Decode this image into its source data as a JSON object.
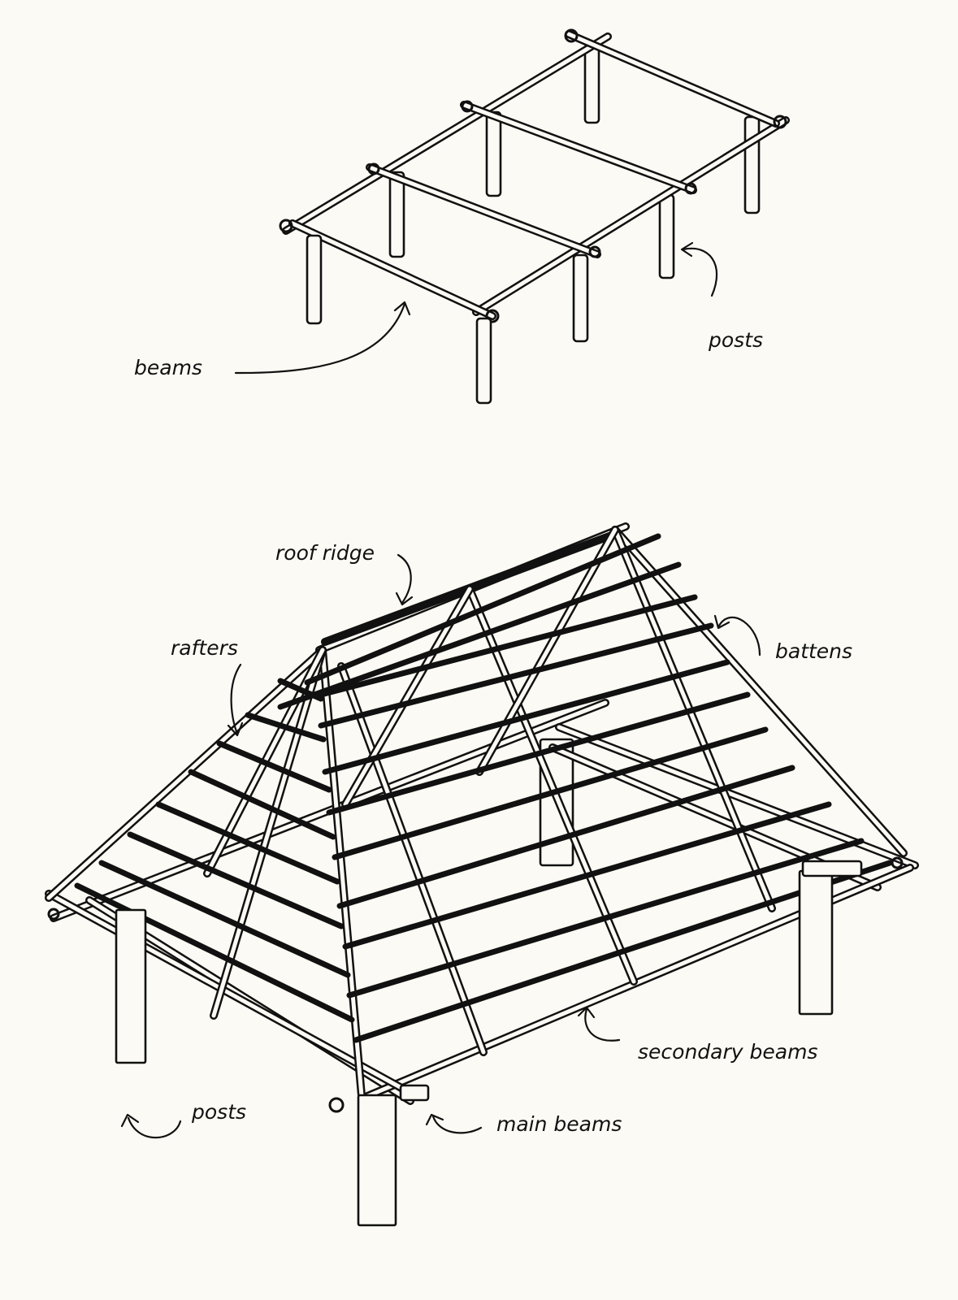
{
  "diagram_top": {
    "labels": {
      "beams": "beams",
      "posts": "posts"
    }
  },
  "diagram_bottom": {
    "labels": {
      "roof_ridge": "roof ridge",
      "rafters": "rafters",
      "battens": "battens",
      "secondary_beams": "secondary beams",
      "posts": "posts",
      "main_beams": "main beams"
    }
  },
  "colors": {
    "ink": "#111111",
    "paper": "#fbfaf4"
  }
}
